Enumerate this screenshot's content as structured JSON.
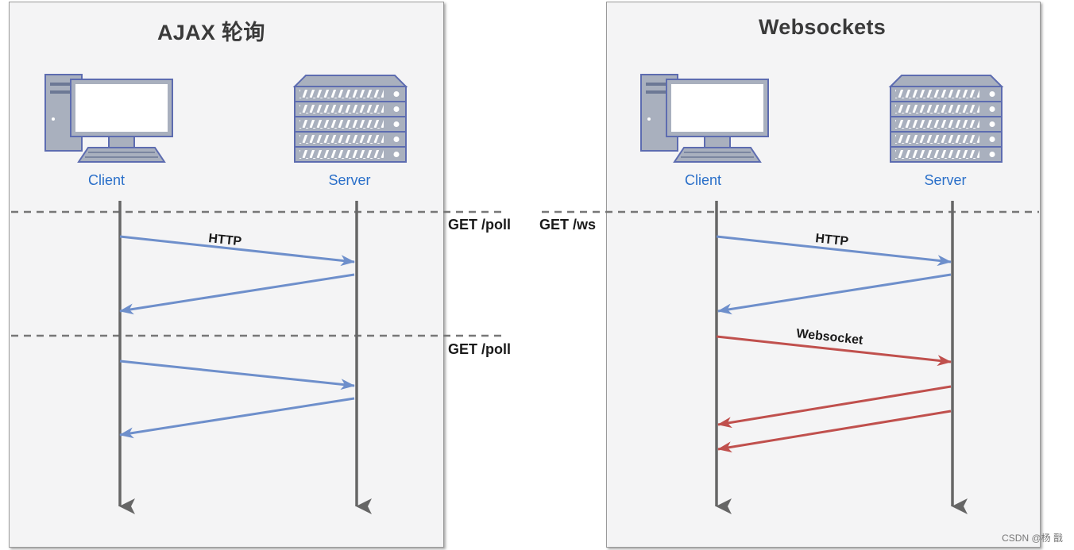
{
  "panels": [
    {
      "title": "AJAX 轮询",
      "client_label": "Client",
      "server_label": "Server",
      "request_labels": [
        "GET /poll",
        "GET /poll"
      ],
      "messages": [
        {
          "label": "HTTP",
          "direction": "client-to-server",
          "color": "#6e8fcb"
        },
        {
          "label": "",
          "direction": "server-to-client",
          "color": "#6e8fcb"
        },
        {
          "label": "",
          "direction": "client-to-server",
          "color": "#6e8fcb"
        },
        {
          "label": "",
          "direction": "server-to-client",
          "color": "#6e8fcb"
        }
      ]
    },
    {
      "title": "Websockets",
      "client_label": "Client",
      "server_label": "Server",
      "request_labels": [
        "GET /ws"
      ],
      "messages": [
        {
          "label": "HTTP",
          "direction": "client-to-server",
          "color": "#6e8fcb"
        },
        {
          "label": "",
          "direction": "server-to-client",
          "color": "#6e8fcb"
        },
        {
          "label": "Websocket",
          "direction": "client-to-server",
          "color": "#c0504d"
        },
        {
          "label": "",
          "direction": "server-to-client",
          "color": "#c0504d"
        },
        {
          "label": "",
          "direction": "server-to-client",
          "color": "#c0504d"
        }
      ]
    }
  ],
  "icons": {
    "client": "desktop-computer-icon",
    "server": "server-rack-icon"
  },
  "colors": {
    "http": "#6e8fcb",
    "websocket": "#c0504d",
    "lifeline": "#666666",
    "node_label": "#2a6fc9"
  },
  "watermark": "CSDN @杨 戬"
}
